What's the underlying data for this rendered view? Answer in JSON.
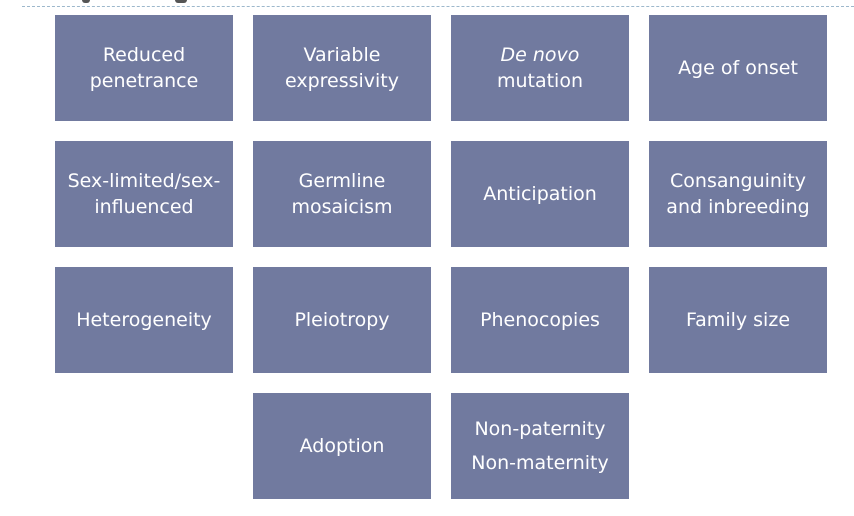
{
  "colors": {
    "box": "#717a9f",
    "text": "#ffffff",
    "rule": "#9db8cc"
  },
  "boxes": [
    {
      "lines": [
        "Reduced",
        "penetrance"
      ]
    },
    {
      "lines": [
        "Variable",
        "expressivity"
      ]
    },
    {
      "lines": [
        "De novo",
        "mutation"
      ],
      "italic_first": true
    },
    {
      "lines": [
        "Age of onset"
      ]
    },
    {
      "lines": [
        "Sex-limited/sex-",
        "influenced"
      ]
    },
    {
      "lines": [
        "Germline",
        "mosaicism"
      ]
    },
    {
      "lines": [
        "Anticipation"
      ]
    },
    {
      "lines": [
        "Consanguinity",
        "and inbreeding"
      ]
    },
    {
      "lines": [
        "Heterogeneity"
      ]
    },
    {
      "lines": [
        "Pleiotropy"
      ]
    },
    {
      "lines": [
        "Phenocopies"
      ]
    },
    {
      "lines": [
        "Family size"
      ]
    },
    {
      "lines": [
        "Adoption"
      ]
    },
    {
      "lines": [
        "Non-paternity",
        "Non-maternity"
      ]
    }
  ]
}
